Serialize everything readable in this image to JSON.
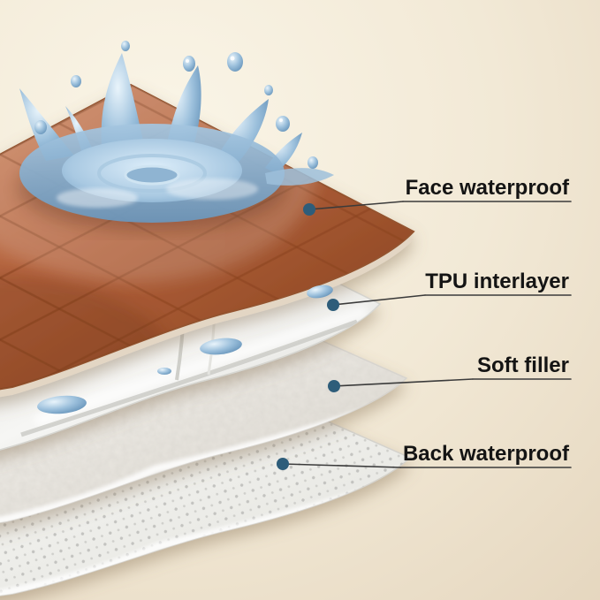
{
  "diagram": {
    "layers": [
      {
        "id": "face-waterproof",
        "label": "Face waterproof",
        "color": "#b2603a"
      },
      {
        "id": "tpu-interlayer",
        "label": "TPU interlayer",
        "color": "#f1f1ee"
      },
      {
        "id": "soft-filler",
        "label": "Soft filler",
        "color": "#efede9"
      },
      {
        "id": "back-waterproof",
        "label": "Back waterproof",
        "color": "#f6f6f3"
      }
    ],
    "callout": {
      "dot_color": "#2e5d7a",
      "line_color": "#3b3b3b",
      "text_color": "#141414"
    },
    "water_color": "#7fa9cc",
    "background": {
      "light": "#faf5e7",
      "dark": "#e2d2b9"
    }
  }
}
